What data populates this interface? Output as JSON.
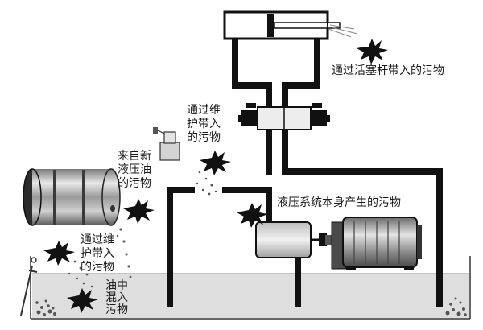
{
  "labels": {
    "piston_rod": "通过活塞杆带入的污物",
    "maintenance_top": [
      "通过维",
      "护带入",
      "的污物"
    ],
    "new_oil": [
      "来自新",
      "液压油",
      "的污物"
    ],
    "maintenance_left": [
      "通过维",
      "护带入",
      "的污物"
    ],
    "system_generated": "液压系统本身产生的污物",
    "oil_mixed": [
      "油中",
      "混入",
      "污物"
    ]
  },
  "colors": {
    "pipe": "#111111",
    "oil": "#dcdcdc",
    "metal": "#9a9a9a",
    "burst": "#111111"
  }
}
